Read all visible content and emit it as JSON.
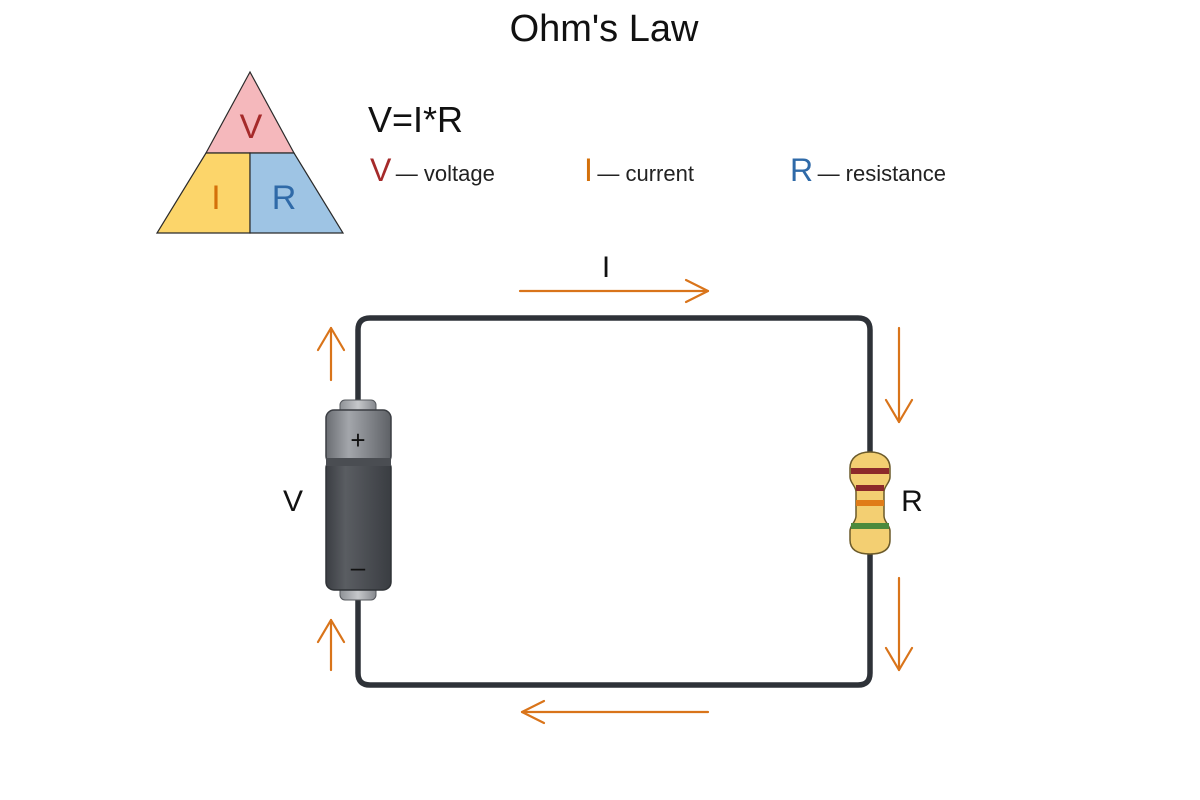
{
  "title": "Ohm's Law",
  "formula": "V=I*R",
  "colors": {
    "voltage": "#a52a2a",
    "current": "#d4700a",
    "resistance": "#2f6aa8",
    "triangle_v_fill": "#f5b8bc",
    "triangle_i_fill": "#fcd56a",
    "triangle_r_fill": "#9ec4e4",
    "wire": "#2e3238",
    "arrow": "#d9741a"
  },
  "triangle": {
    "top_letter": "V",
    "left_letter": "I",
    "right_letter": "R"
  },
  "legend": [
    {
      "symbol": "V",
      "text": "— voltage"
    },
    {
      "symbol": "I",
      "text": "— current"
    },
    {
      "symbol": "R",
      "text": "— resistance"
    }
  ],
  "circuit": {
    "current_label": "I",
    "voltage_label": "V",
    "resistance_label": "R",
    "battery_plus": "+",
    "battery_minus": "–"
  },
  "icons": {
    "current_flow": "arrow-icon",
    "battery": "battery-icon",
    "resistor": "resistor-icon"
  }
}
